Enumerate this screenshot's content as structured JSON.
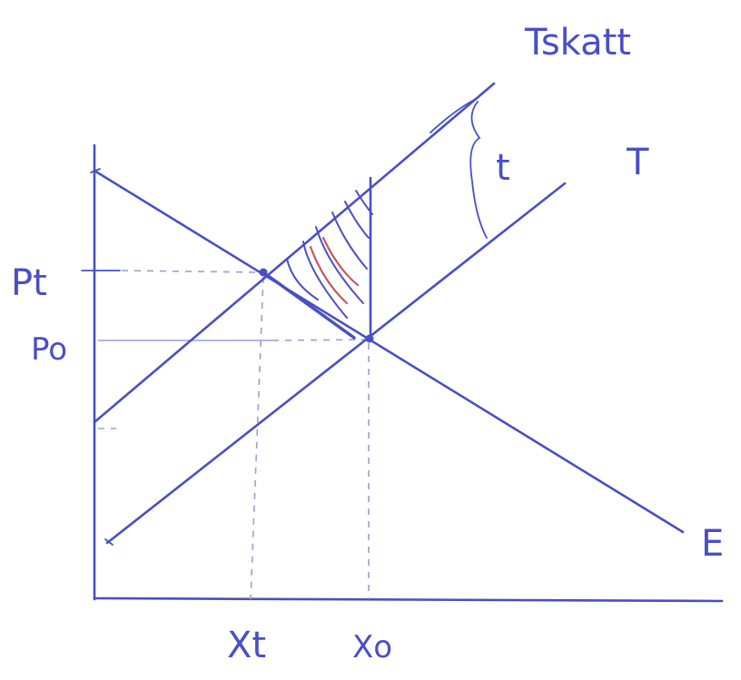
{
  "labels": {
    "t_skatt": "Tskatt",
    "tax_t": "t",
    "supply_T": "T",
    "demand_E": "E",
    "p_t": "Pt",
    "p_0": "Po",
    "x_t": "Xt",
    "x_0": "Xo"
  },
  "colors": {
    "ink": "#4a4fc4",
    "guide": "#9aa0cf",
    "deadweight_hatch": "#c4585e"
  }
}
